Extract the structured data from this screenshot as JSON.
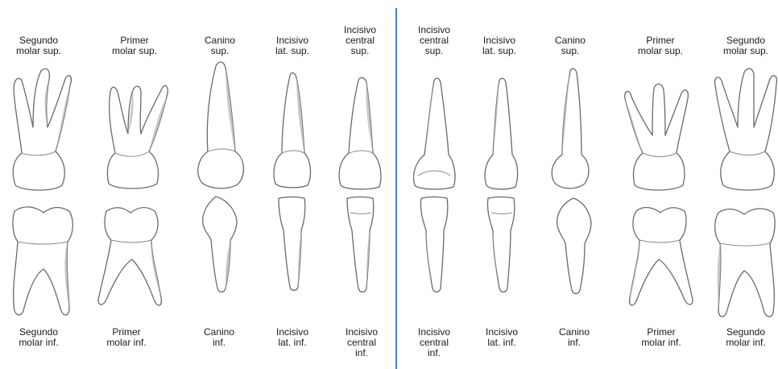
{
  "colors": {
    "divider": "#3f87c9",
    "outline": "#6a6a6a",
    "shade": "#b9b7ad"
  },
  "left_panel": {
    "upper_labels": [
      "Segundo\nmolar sup.",
      "Primer\nmolar sup.",
      "Canino\nsup.",
      "Incisivo\nlat. sup.",
      "Incisivo\ncentral\nsup."
    ],
    "lower_labels": [
      "Segundo\nmolar inf.",
      "Primer\nmolar inf.",
      "Canino\ninf.",
      "Incisivo\nlat. inf.",
      "Incisivo\ncentral\ninf."
    ]
  },
  "right_panel": {
    "upper_labels": [
      "Incisivo\ncentral\nsup.",
      "Incisivo\nlat. sup.",
      "Canino\nsup.",
      "Primer\nmolar sup.",
      "Segundo\nmolar sup."
    ],
    "lower_labels": [
      "Incisivo\ncentral\ninf.",
      "Incisivo\nlat. inf.",
      "Canino\ninf.",
      "Primer\nmolar inf.",
      "Segundo\nmolar inf."
    ]
  },
  "teeth": {
    "upper": [
      "molar-2",
      "molar-1",
      "canine",
      "lateral-incisor",
      "central-incisor",
      "central-incisor",
      "lateral-incisor",
      "canine",
      "molar-1",
      "molar-2"
    ],
    "lower": [
      "molar-2",
      "molar-1",
      "canine",
      "lateral-incisor",
      "central-incisor",
      "central-incisor",
      "lateral-incisor",
      "canine",
      "molar-1",
      "molar-2"
    ]
  }
}
